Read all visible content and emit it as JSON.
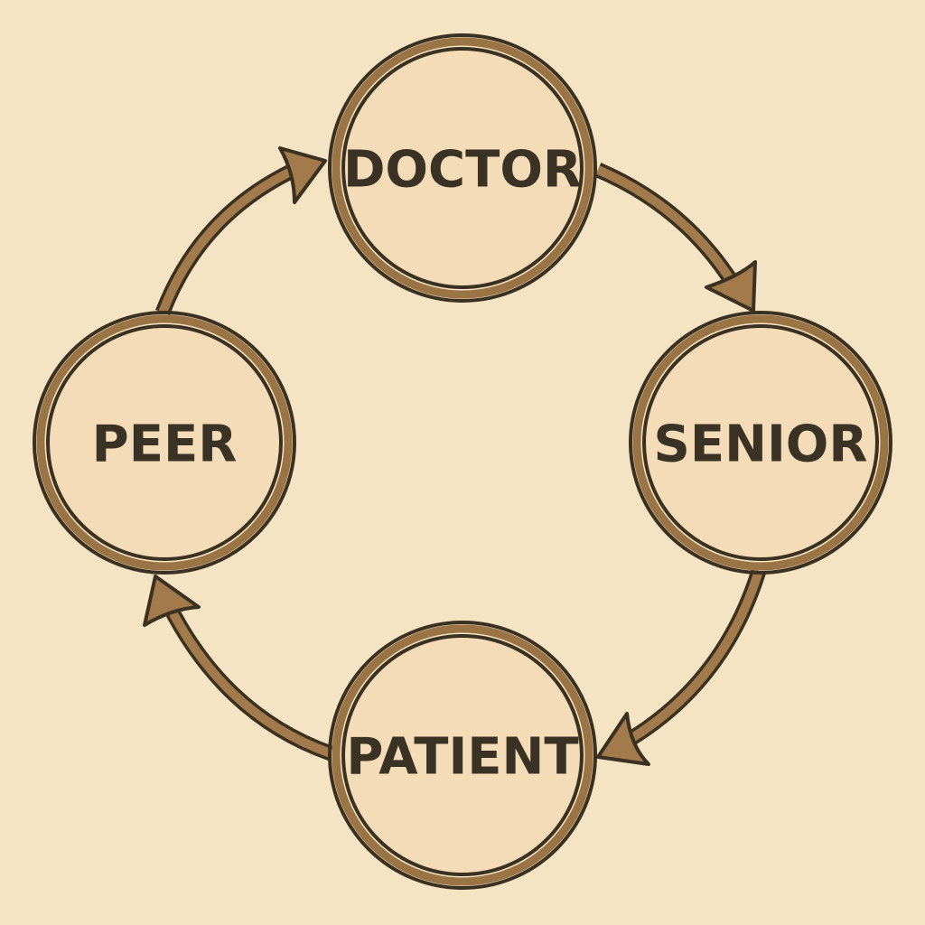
{
  "diagram": {
    "nodes": [
      {
        "id": "doctor",
        "label": "DOCTOR"
      },
      {
        "id": "senior",
        "label": "SENIOR"
      },
      {
        "id": "patient",
        "label": "PATIENT"
      },
      {
        "id": "peer",
        "label": "PEER"
      }
    ],
    "edges": [
      {
        "from": "doctor",
        "to": "senior"
      },
      {
        "from": "senior",
        "to": "patient"
      },
      {
        "from": "patient",
        "to": "peer"
      },
      {
        "from": "peer",
        "to": "doctor"
      }
    ],
    "colors": {
      "background": "#f6e6c6",
      "node_fill": "#f3dcb7",
      "ring": "#9b7446",
      "outline": "#3b3121",
      "arrow": "#a27a4b",
      "text": "#3a3224"
    }
  }
}
